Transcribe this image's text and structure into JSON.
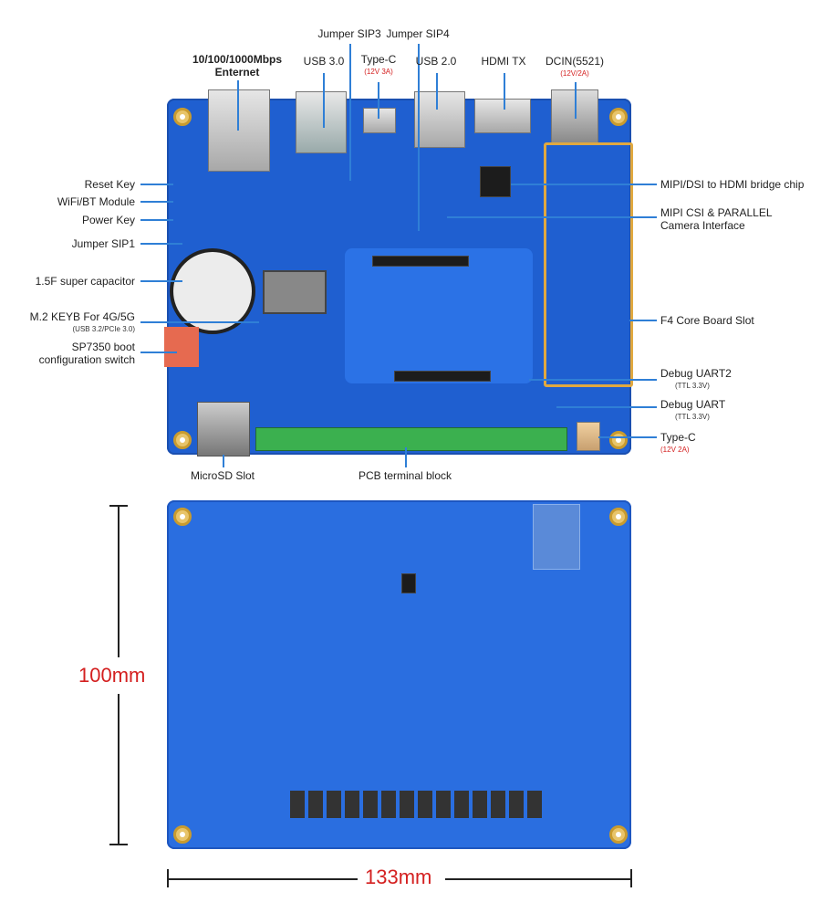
{
  "top_labels": {
    "ethernet": "10/100/1000Mbps\nEnternet",
    "usb3": "USB 3.0",
    "jumper_sip3": "Jumper SIP3",
    "type_c": "Type-C",
    "type_c_spec": "(12V 3A)",
    "jumper_sip4": "Jumper SIP4",
    "usb2": "USB 2.0",
    "hdmi_tx": "HDMI TX",
    "dcin": "DCIN(5521)",
    "dcin_spec": "(12V/2A)"
  },
  "left_labels": {
    "reset_key": "Reset Key",
    "wifi_bt": "WiFi/BT Module",
    "power_key": "Power Key",
    "jumper_sip1": "Jumper SIP1",
    "super_cap": "1.5F super capacitor",
    "m2": "M.2 KEYB For 4G/5G",
    "m2_spec": "(USB 3.2/PCIe 3.0)",
    "boot_switch": "SP7350 boot\nconfiguration switch"
  },
  "right_labels": {
    "bridge": "MIPI/DSI to HDMI bridge chip",
    "camera": "MIPI CSI & PARALLEL\nCamera Interface",
    "core_slot": "F4 Core Board Slot",
    "uart2": "Debug UART2",
    "uart2_spec": "(TTL 3.3V)",
    "uart": "Debug UART",
    "uart_spec": "(TTL 3.3V)",
    "type_c2": "Type-C",
    "type_c2_spec": "(12V 2A)"
  },
  "bottom_labels": {
    "microsd": "MicroSD Slot",
    "terminal": "PCB terminal block"
  },
  "dimensions": {
    "height": "100mm",
    "width": "133mm"
  },
  "colors": {
    "board": "#1f5fd0",
    "leader": "#2f7fd6",
    "accent": "#d42020"
  }
}
